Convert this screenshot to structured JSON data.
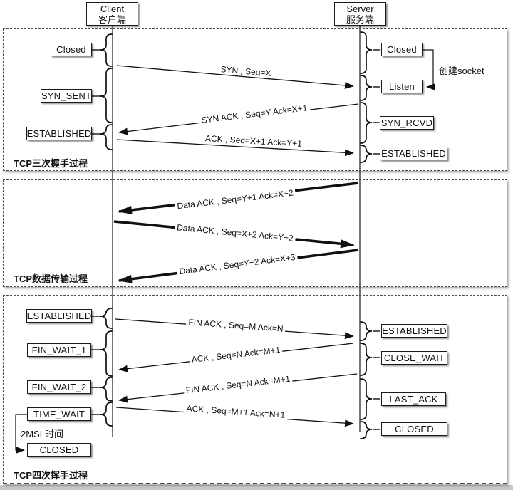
{
  "actors": {
    "client": {
      "en": "Client",
      "zh": "客户端"
    },
    "server": {
      "en": "Server",
      "zh": "服务端"
    }
  },
  "sections": [
    {
      "label": "TCP三次握手过程"
    },
    {
      "label": "TCP数据传输过程"
    },
    {
      "label": "TCP四次挥手过程"
    }
  ],
  "client_states": {
    "closed1": "Closed",
    "syn_sent": "SYN_SENT",
    "established1": "ESTABLISHED",
    "established2": "ESTABLISHED",
    "fin_wait_1": "FIN_WAIT_1",
    "fin_wait_2": "FIN_WAIT_2",
    "time_wait": "TIME_WAIT",
    "closed2": "CLOSED"
  },
  "server_states": {
    "closed1": "Closed",
    "listen": "Listen",
    "syn_rcvd": "SYN_RCVD",
    "established1": "ESTABLISHED",
    "established2": "ESTABLISHED",
    "close_wait": "CLOSE_WAIT",
    "last_ack": "LAST_ACK",
    "closed2": "CLOSED"
  },
  "messages": [
    "SYN , Seq=X",
    "SYN ACK , Seq=Y Ack=X+1",
    "ACK , Seq=X+1 Ack=Y+1",
    "Data ACK , Seq=Y+1 Ack=X+2",
    "Data ACK , Seq=X+2 Ack=Y+2",
    "Data ACK , Seq=Y+2 Ack=X+3",
    "FIN ACK , Seq=M Ack=N",
    "ACK , Seq=N Ack=M+1",
    "FIN ACK , Seq=N Ack=M+1",
    "ACK , Seq=M+1 Ack=N+1"
  ],
  "annotations": {
    "create_socket": "创建socket",
    "msl": "2MSL时间"
  },
  "colors": {
    "line": "#111111",
    "border": "#1b1b1b",
    "dashed_border": "#4a4a4a",
    "bottom_strip": "#c9c9c9",
    "background": "#ffffff"
  }
}
